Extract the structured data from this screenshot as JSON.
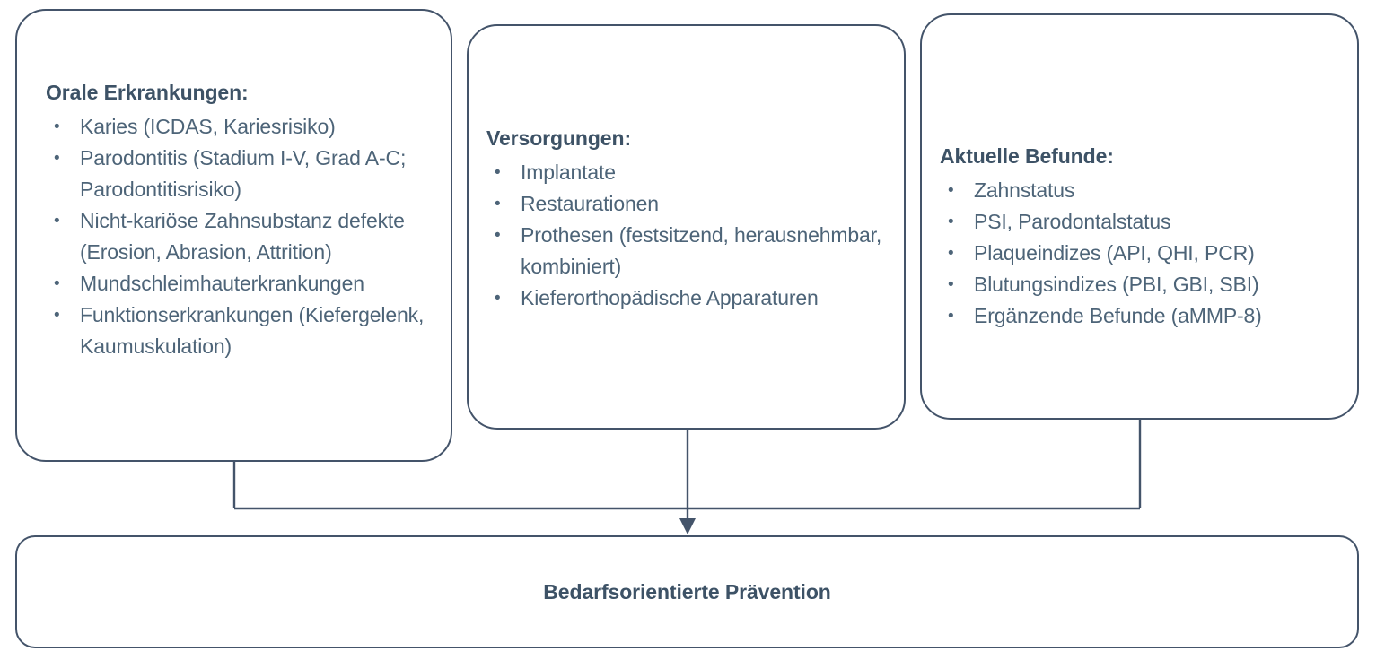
{
  "diagram": {
    "accent_color": "#44546A",
    "title_color": "#3D5266",
    "body_color": "#4D6478",
    "cards": [
      {
        "id": "orale-erkrankungen",
        "title": "Orale Erkrankungen:",
        "items": [
          "Karies (ICDAS, Kariesrisiko)",
          "Parodontitis (Stadium I-V, Grad A-C; Parodontitisrisiko)",
          "Nicht-kariöse Zahnsubstanz defekte (Erosion, Abrasion, Attrition)",
          "Mundschleimhauterkrankungen",
          "Funktionserkrankungen (Kiefergelenk, Kaumuskulation)"
        ]
      },
      {
        "id": "versorgungen",
        "title": "Versorgungen:",
        "items": [
          "Implantate",
          "Restaurationen",
          "Prothesen (festsitzend, herausnehmbar, kombiniert)",
          "Kieferorthopädische Apparaturen"
        ]
      },
      {
        "id": "aktuelle-befunde",
        "title": "Aktuelle Befunde:",
        "items": [
          "Zahnstatus",
          "PSI, Parodontalstatus",
          "Plaqueindizes (API, QHI, PCR)",
          "Blutungsindizes (PBI, GBI, SBI)",
          "Ergänzende Befunde (aMMP-8)"
        ]
      }
    ],
    "outcome": {
      "id": "bedarfsorientierte-praevention",
      "label": "Bedarfsorientierte Prävention"
    },
    "connector": {
      "arrow_icon": "down-arrow-icon"
    }
  }
}
